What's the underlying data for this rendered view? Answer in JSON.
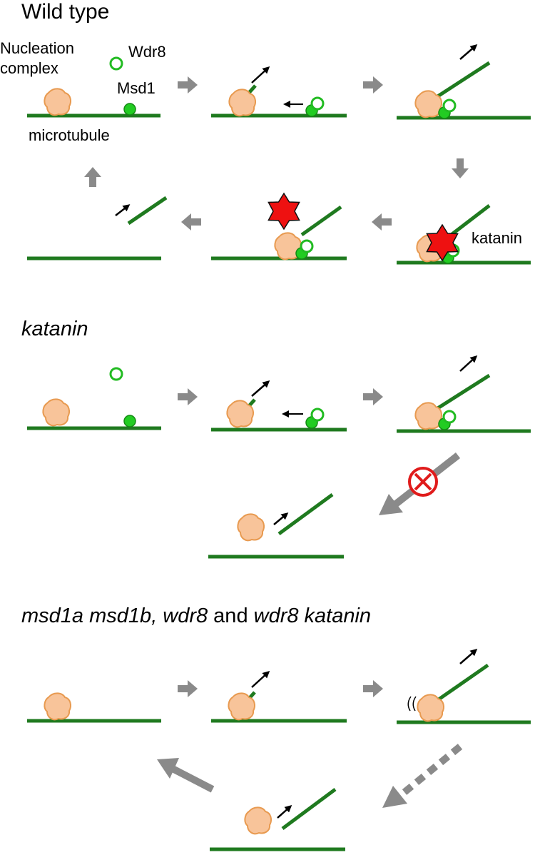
{
  "sections": {
    "wild_type": {
      "title": "Wild type",
      "labels": {
        "nucleation_complex_line1": "Nucleation",
        "nucleation_complex_line2": "complex",
        "wdr8": "Wdr8",
        "msd1": "Msd1",
        "microtubule": "microtubule",
        "katanin": "katanin"
      }
    },
    "katanin_mutant": {
      "title": "katanin"
    },
    "double_mutants": {
      "title_part1": "msd1a msd1b, wdr8",
      "title_part2": " and ",
      "title_part3": "wdr8 katanin"
    }
  },
  "colors": {
    "microtubule": "#1f7a1f",
    "msd1_fill": "#22cc22",
    "wdr8_stroke": "#22bb22",
    "nucleation_fill": "#f8c49a",
    "nucleation_stroke": "#e89a50",
    "katanin_star": "#ee1111",
    "process_arrow": "#8a8a8a",
    "blocked_symbol": "#e01b1b"
  }
}
